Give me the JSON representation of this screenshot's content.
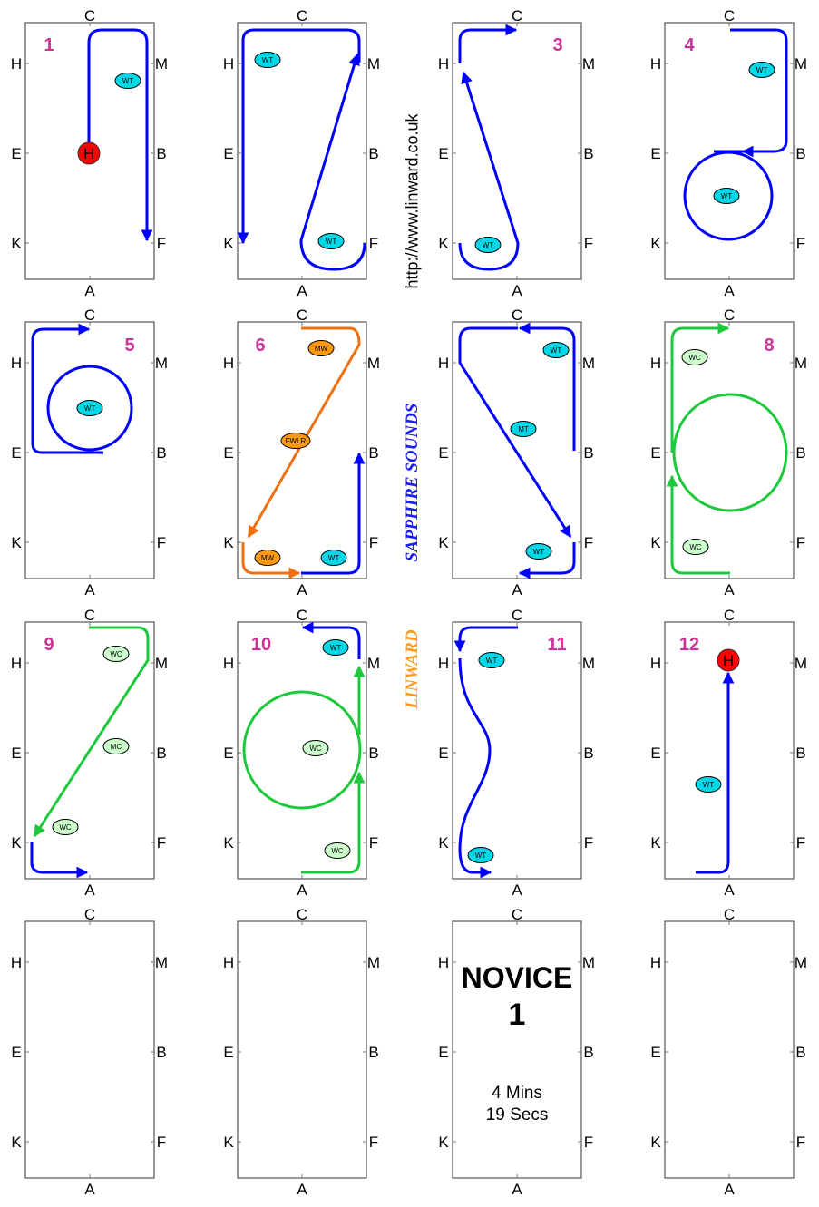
{
  "arena_letters": {
    "top": "C",
    "bottom": "A",
    "left": [
      "H",
      "E",
      "K"
    ],
    "right": [
      "M",
      "B",
      "F"
    ]
  },
  "side_text": {
    "url": "http://www.linward.co.uk",
    "brand1": "SAPPHIRE SOUNDS",
    "brand2": "LINWARD"
  },
  "colors": {
    "blue": "#0000ff",
    "green": "#1ec83c",
    "orange": "#ee7010",
    "number": "#cc3399",
    "halt": "#ff0000",
    "badge_walk": "#00d8e8",
    "badge_canter": "#ccffcc",
    "badge_orange": "#ff9a10"
  },
  "panels": [
    {
      "number": "1",
      "halts": [
        "H"
      ],
      "badges": [
        {
          "label": "WT",
          "kind": "walk"
        }
      ]
    },
    {
      "number": "",
      "halts": [],
      "badges": [
        {
          "label": "WT",
          "kind": "walk"
        },
        {
          "label": "WT",
          "kind": "walk"
        }
      ]
    },
    {
      "number": "3",
      "halts": [],
      "badges": [
        {
          "label": "WT",
          "kind": "walk"
        }
      ]
    },
    {
      "number": "4",
      "halts": [],
      "badges": [
        {
          "label": "WT",
          "kind": "walk"
        },
        {
          "label": "WT",
          "kind": "walk"
        }
      ]
    },
    {
      "number": "5",
      "halts": [],
      "badges": [
        {
          "label": "WT",
          "kind": "walk"
        }
      ]
    },
    {
      "number": "6",
      "halts": [],
      "badges": [
        {
          "label": "MW",
          "kind": "orange"
        },
        {
          "label": "FWLR",
          "kind": "orange"
        },
        {
          "label": "MW",
          "kind": "orange"
        },
        {
          "label": "WT",
          "kind": "walk"
        }
      ]
    },
    {
      "number": "",
      "halts": [],
      "badges": [
        {
          "label": "WT",
          "kind": "walk"
        },
        {
          "label": "MT",
          "kind": "walk"
        },
        {
          "label": "WT",
          "kind": "walk"
        }
      ]
    },
    {
      "number": "8",
      "halts": [],
      "badges": [
        {
          "label": "WC",
          "kind": "canter"
        },
        {
          "label": "WC",
          "kind": "canter"
        }
      ]
    },
    {
      "number": "9",
      "halts": [],
      "badges": [
        {
          "label": "WC",
          "kind": "canter"
        },
        {
          "label": "MC",
          "kind": "canter"
        },
        {
          "label": "WC",
          "kind": "canter"
        }
      ]
    },
    {
      "number": "10",
      "halts": [],
      "badges": [
        {
          "label": "WT",
          "kind": "walk"
        },
        {
          "label": "WC",
          "kind": "canter"
        },
        {
          "label": "WC",
          "kind": "canter"
        }
      ]
    },
    {
      "number": "11",
      "halts": [],
      "badges": [
        {
          "label": "WT",
          "kind": "walk"
        },
        {
          "label": "WT",
          "kind": "walk"
        }
      ]
    },
    {
      "number": "12",
      "halts": [
        "H"
      ],
      "badges": [
        {
          "label": "WT",
          "kind": "walk"
        }
      ]
    },
    {
      "number": "",
      "halts": [],
      "badges": []
    },
    {
      "number": "",
      "halts": [],
      "badges": []
    },
    {
      "number": "",
      "halts": [],
      "badges": []
    },
    {
      "number": "",
      "halts": [],
      "badges": []
    }
  ],
  "title_card": {
    "title": "NOVICE",
    "test_number": "1",
    "duration_mins": "4 Mins",
    "duration_secs": "19 Secs"
  }
}
